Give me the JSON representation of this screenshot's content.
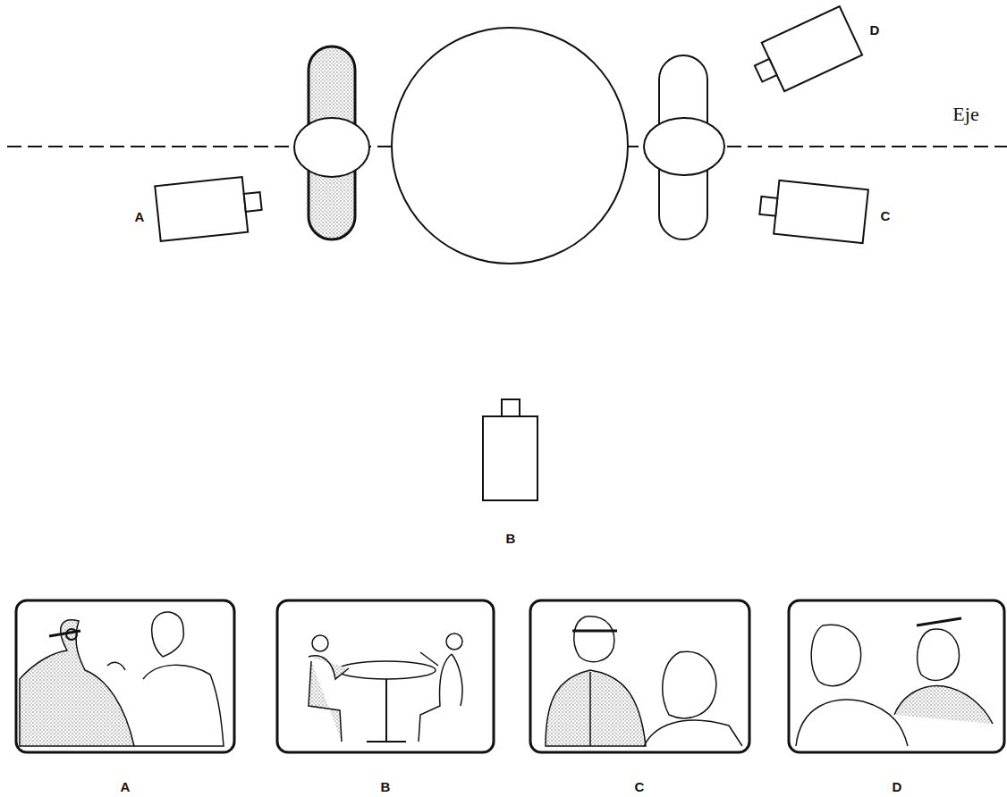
{
  "diagram": {
    "labels": [
      "D",
      "Eje",
      "A",
      "C",
      "B",
      "A",
      "B",
      "C",
      "D"
    ]
  }
}
